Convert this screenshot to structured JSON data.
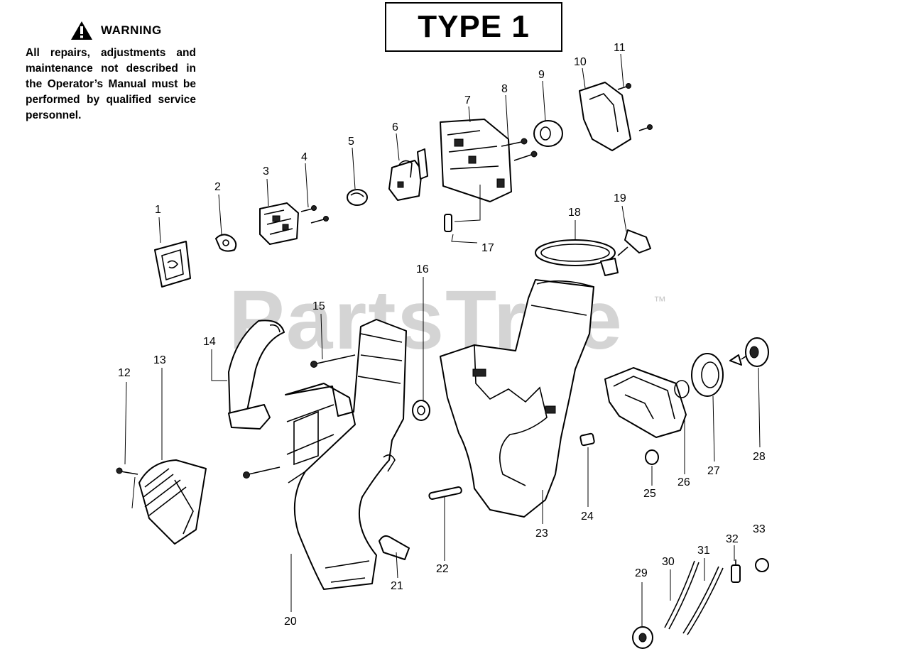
{
  "warning": {
    "title": "WARNING",
    "text": "All repairs, adjustments and maintenance not described in the Operator’s Manual must be performed by qualified service personnel."
  },
  "title": "TYPE 1",
  "watermark": {
    "text": "PartsTree",
    "trademark": "™"
  },
  "colors": {
    "line": "#000000",
    "watermark": "#d4d4d4",
    "background": "#ffffff"
  },
  "callouts": [
    "1",
    "2",
    "3",
    "4",
    "5",
    "6",
    "7",
    "8",
    "9",
    "10",
    "11",
    "12",
    "13",
    "14",
    "15",
    "16",
    "17",
    "18",
    "19",
    "20",
    "21",
    "22",
    "23",
    "24",
    "25",
    "26",
    "27",
    "28",
    "29",
    "30",
    "31",
    "32",
    "33"
  ]
}
